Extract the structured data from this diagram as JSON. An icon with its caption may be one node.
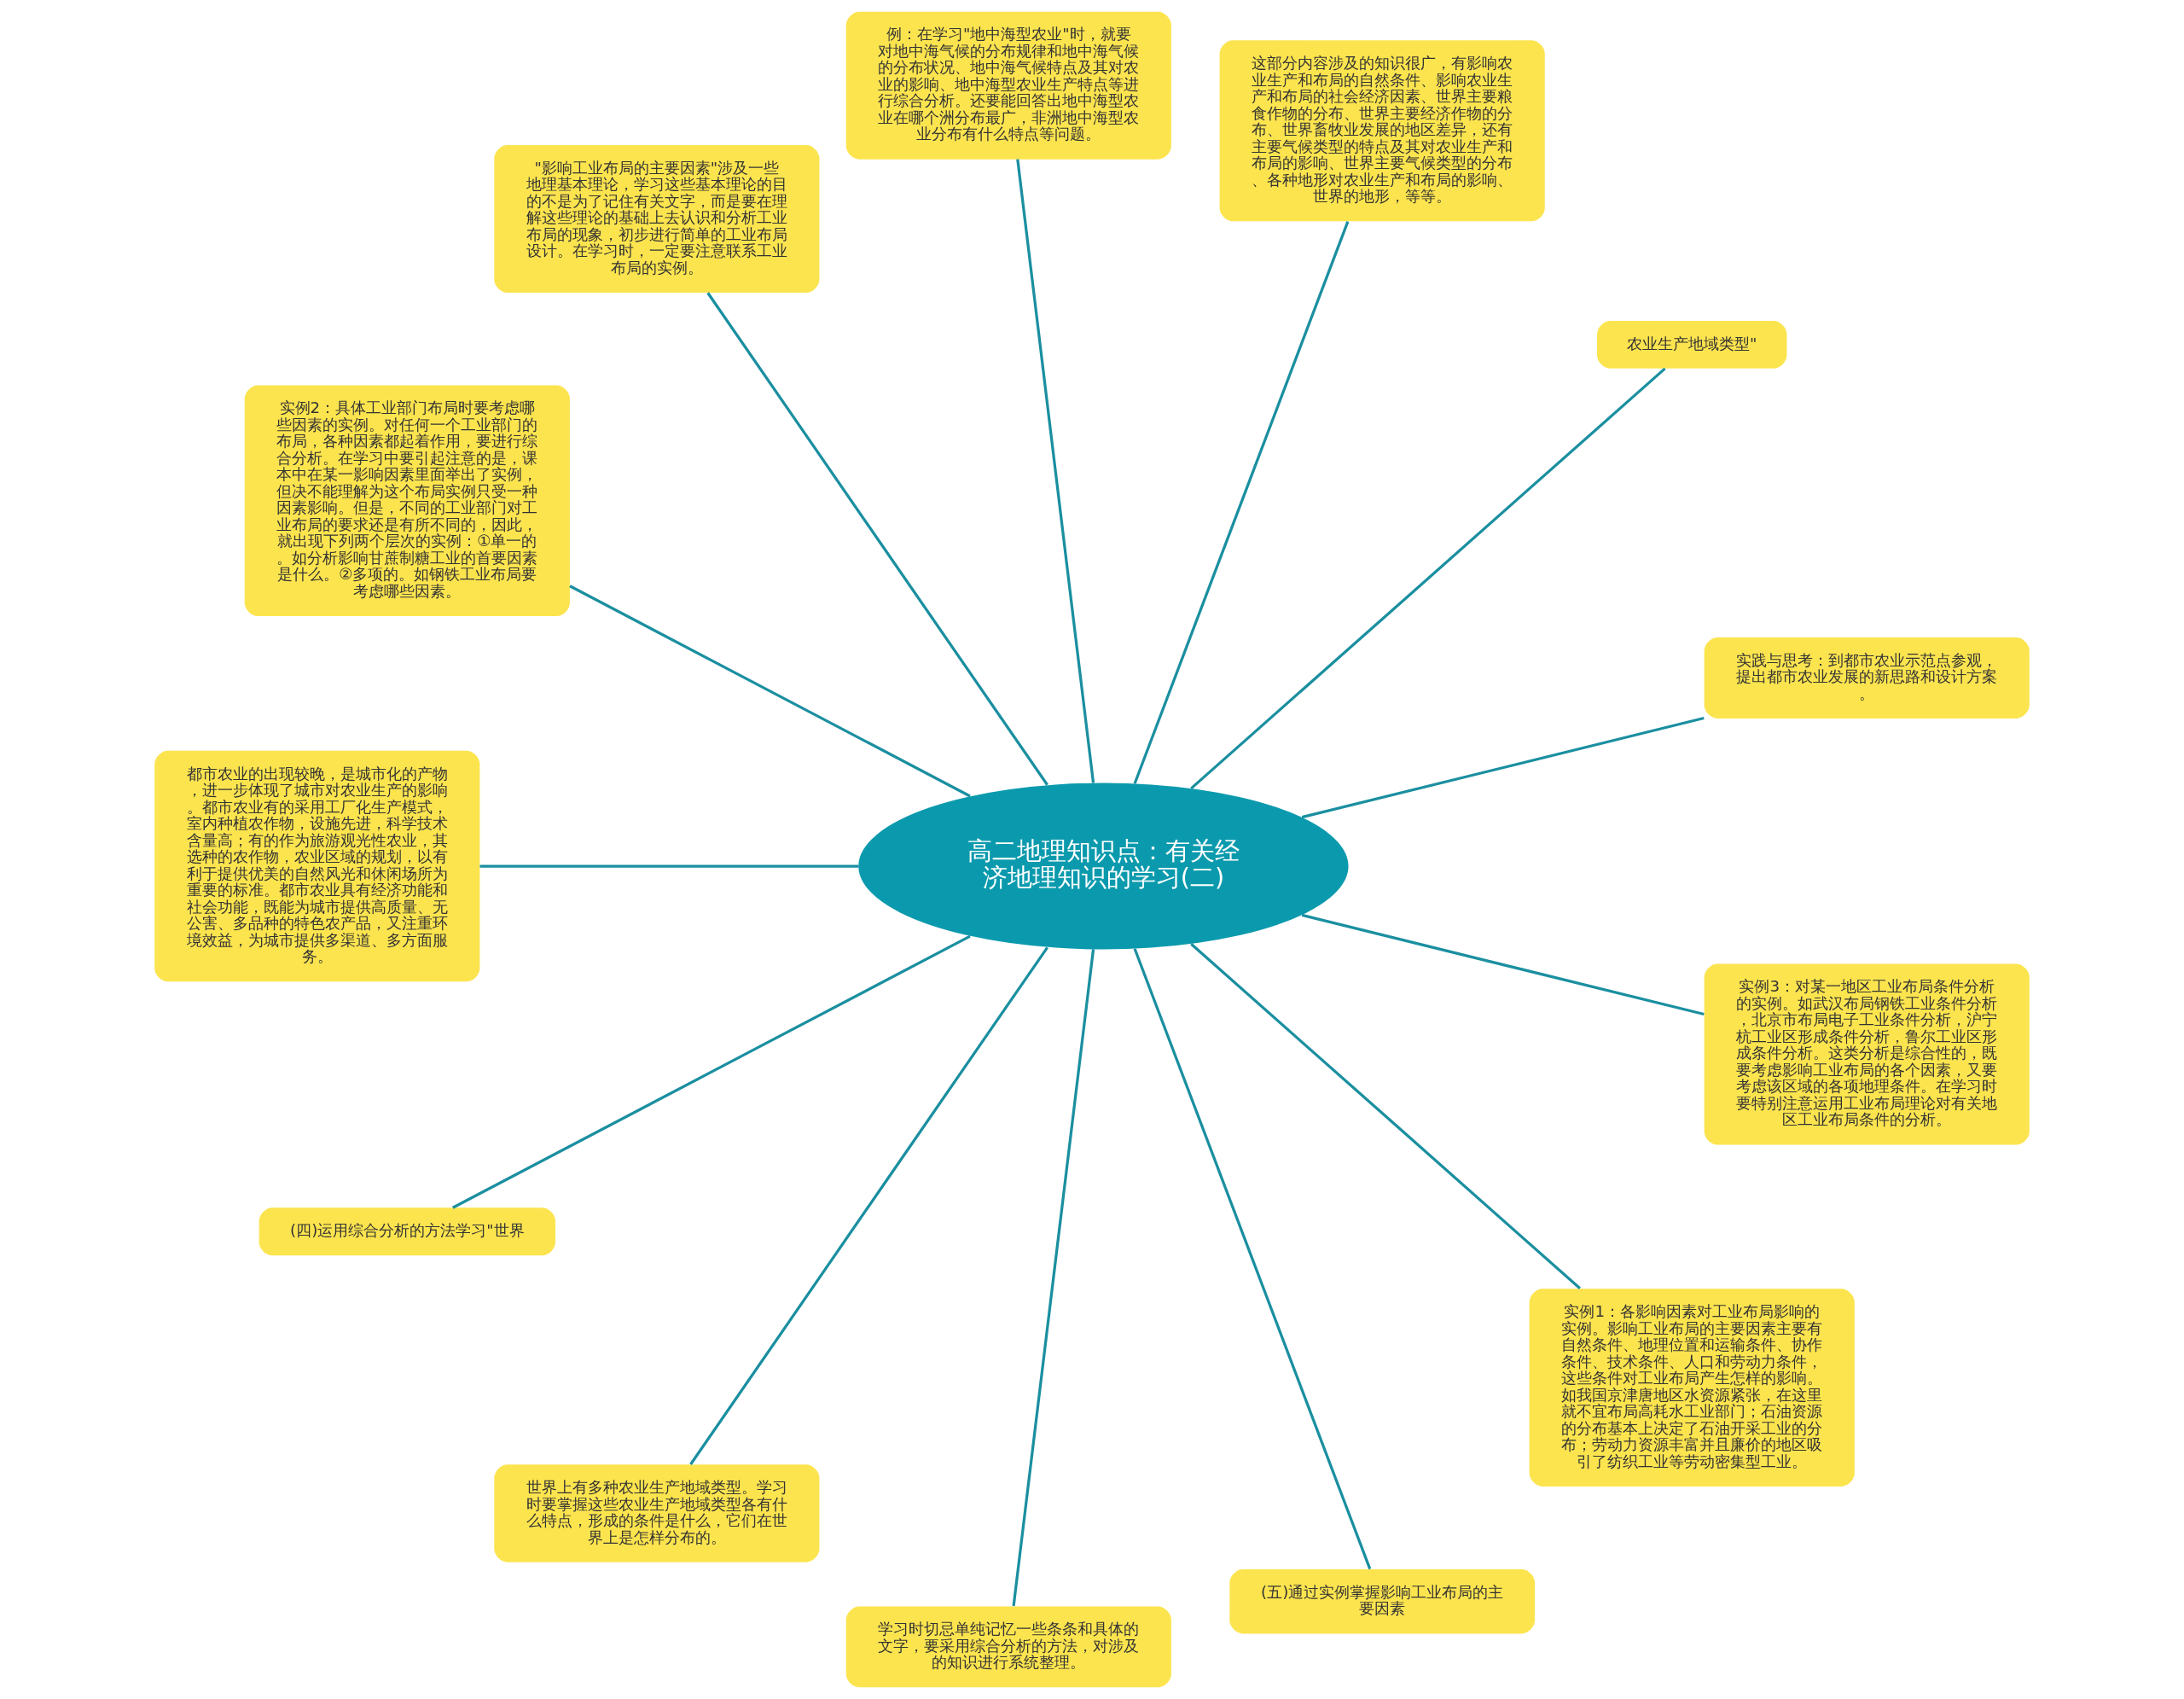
{
  "diagram": {
    "nodes": [
      {
        "text": [
          "高二地理知识点：有关经济地理知识的学习(二)"
        ]
      },
      {
        "text": [
          "实践与思考：到都市农业示范点参观，提出都市农业发展的新思路和设计方案。"
        ]
      },
      {
        "text": [
          "农业生产地域类型\""
        ]
      },
      {
        "text": [
          "这部分内容涉及的知识很广，有影响农业生产和布局的自然条件、影响农业生产和布局的社会经济因素、世界主要粮食作物的分布、世界主要经济作物的分布、世界畜牧业发展的地区差异，还有主要气候类型的特点及其对农业生产和布局的影响、世界主要气候类型的分布、各种地形对农业生产和布局的影响、世界的地形，等等。"
        ]
      },
      {
        "text": [
          "例：在学习\"地中海型农业\"时，就要对地中海气候的分布规律和地中海气候的分布状况、地中海气候特点及其对农业的影响、地中海型农业生产特点等进行综合分析。还要能回答出地中海型农业在哪个洲分布最广，非洲地中海型农业分布有什么特点等问题。"
        ]
      },
      {
        "text": [
          "\"影响工业布局的主要因素\"涉及一些地理基本理论，学习这些基本理论的目的不是为了记住有关文字，而是要在理解这些理论的基础上去认识和分析工业布局的现象，初步进行简单的工业布局设计。在学习时，一定要注意联系工业布局的实例。"
        ]
      },
      {
        "text": [
          "实例2：具体工业部门布局时要考虑哪些因素的实例。对任何一个工业部门的布局，各种因素都起着作用，要进行综合分析。在学习中要引起注意的是，课本中在某一影响因素里面举出了实例，但决不能理解为这个布局实例只受一种因素影响。但是，不同的工业部门对工业布局的要求还是有所不同的，因此，就出现下列两个层次的实例：①单一的。如分析影响甘蔗制糖工业的首要因素是什么。②多项的。如钢铁工业布局要考虑哪些因素。"
        ]
      },
      {
        "text": [
          "都市农业的出现较晚，是城市化的产物，进一步体现了城市对农业生产的影响。都市农业有的采用工厂化生产模式，室内种植农作物，设施先进，科学技术含量高；有的作为旅游观光性农业，其选种的农作物，农业区域的规划，以有利于提供优美的自然风光和休闲场所为重要的标准。都市农业具有经济功能和社会功能，既能为城市提供高质量、无公害、多品种的特色农产品，又注重环境效益，为城市提供多渠道、多方面服务。"
        ]
      },
      {
        "text": [
          "(四)运用综合分析的方法学习\"世界"
        ]
      },
      {
        "text": [
          "世界上有多种农业生产地域类型。学习时要掌握这些农业生产地域类型各有什么特点，形成的条件是什么，它们在世界上是怎样分布的。"
        ]
      },
      {
        "text": [
          "学习时切忌单纯记忆一些条条和具体的文字，要采用综合分析的方法，对涉及的知识进行系统整理。"
        ]
      },
      {
        "text": [
          "(五)通过实例掌握影响工业布局的主要因素"
        ]
      },
      {
        "text": [
          "实例1：各影响因素对工业布局影响的实例。影响工业布局的主要因素主要有自然条件、地理位置和运输条件、协作条件、技术条件、人口和劳动力条件，这些条件对工业布局产生怎样的影响。如我国京津唐地区水资源紧张，在这里就不宜布局高耗水工业部门；石油资源的分布基本上决定了石油开采工业的分布；劳动力资源丰富并且廉价的地区吸引了纺织工业等劳动密集型工业。"
        ]
      },
      {
        "text": [
          "实例3：对某一地区工业布局条件分析的实例。如武汉布局钢铁工业条件分析，北京市布局电子工业条件分析，沪宁杭工业区形成条件分析，鲁尔工业区形成条件分析。这类分析是综合性的，既要考虑影响工业布局的各个因素，又要考虑该区域的各项地理条件。在学习时要特别注意运用工业布局理论对有关地区工业布局条件的分析。"
        ]
      }
    ],
    "edges": [
      {
        "from": 0,
        "to": 1,
        "arrow": "none"
      },
      {
        "from": 0,
        "to": 2,
        "arrow": "none"
      },
      {
        "from": 0,
        "to": 3,
        "arrow": "none"
      },
      {
        "from": 0,
        "to": 4,
        "arrow": "none"
      },
      {
        "from": 0,
        "to": 5,
        "arrow": "none"
      },
      {
        "from": 0,
        "to": 6,
        "arrow": "none"
      },
      {
        "from": 0,
        "to": 7,
        "arrow": "none"
      },
      {
        "from": 0,
        "to": 8,
        "arrow": "none"
      },
      {
        "from": 0,
        "to": 9,
        "arrow": "none"
      },
      {
        "from": 0,
        "to": 10,
        "arrow": "none"
      },
      {
        "from": 0,
        "to": 11,
        "arrow": "none"
      },
      {
        "from": 0,
        "to": 12,
        "arrow": "none"
      },
      {
        "from": 0,
        "to": 13,
        "arrow": "none"
      }
    ]
  }
}
